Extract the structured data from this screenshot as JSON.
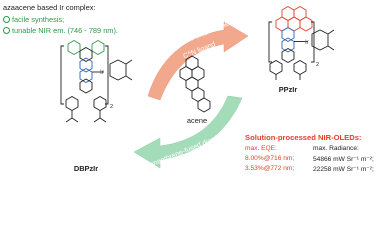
{
  "header": {
    "title": "azaacene based Ir complex:"
  },
  "features": [
    {
      "icon": "smile-icon",
      "text": "facile synthesis;"
    },
    {
      "icon": "smile-icon",
      "text": "tunable NIR em. (746 - 789 nm)."
    }
  ],
  "arrows": {
    "top": {
      "line1": "pyrene-fused diazaacene",
      "line2": "C^N ligand"
    },
    "bottom": {
      "line1": "C^N ligand",
      "line2": "phenanthrene-fused diazaacene"
    }
  },
  "center": {
    "label": "acene"
  },
  "molecules": {
    "right": {
      "name": "PPzIr",
      "ir_label": "Ir",
      "subscript": "2"
    },
    "left": {
      "name": "DBPzIr",
      "ir_label": "Ir",
      "subscript": "2"
    }
  },
  "oleds": {
    "title": "Solution-processed NIR-OLEDs:",
    "headers": [
      "max. EQE:",
      "max. Radiance:"
    ],
    "rows": [
      {
        "eqe": "8.00%@716 nm;",
        "radiance": "54866 mW Sr⁻¹ m⁻²;"
      },
      {
        "eqe": "3.53%@772 nm;",
        "radiance": "22258 mW Sr⁻¹ m⁻²;"
      }
    ]
  },
  "colors": {
    "accent_green": "#2a9a4a",
    "accent_red": "#e0402a",
    "arrow_top": "#f2a88c",
    "arrow_bottom": "#a4dcb9",
    "pyrene": "#e0402a",
    "biphenyl": "#2a9a4a",
    "pyrazine_blue": "#2c63b8",
    "iridium": "#555555"
  }
}
